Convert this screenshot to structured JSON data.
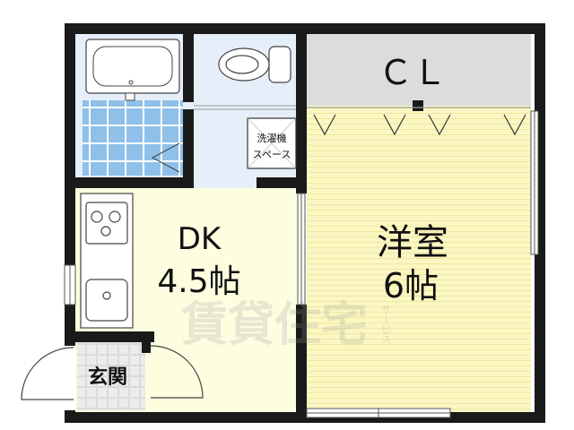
{
  "floorplan": {
    "closet": {
      "label": "ＣＬ"
    },
    "washer_space": {
      "line1": "洗濯機",
      "line2": "スペース"
    },
    "dk": {
      "name": "DK",
      "size": "4.5帖"
    },
    "western_room": {
      "name": "洋室",
      "size": "6帖"
    },
    "entrance": {
      "label": "玄関"
    },
    "watermark": {
      "main": "賃貸住宅",
      "side": "サービス"
    }
  },
  "colors": {
    "wall": "#1a1a1a",
    "dk_floor": "#fdfde0",
    "western_floor": "#fbf7c3",
    "western_stripe": "#f1eaa0",
    "closet_floor": "#dcdcdc",
    "bathroom_tile": "#8ec0ea",
    "sanitary_floor": "#e6eff9",
    "entrance_tile": "#e9e9e9"
  }
}
